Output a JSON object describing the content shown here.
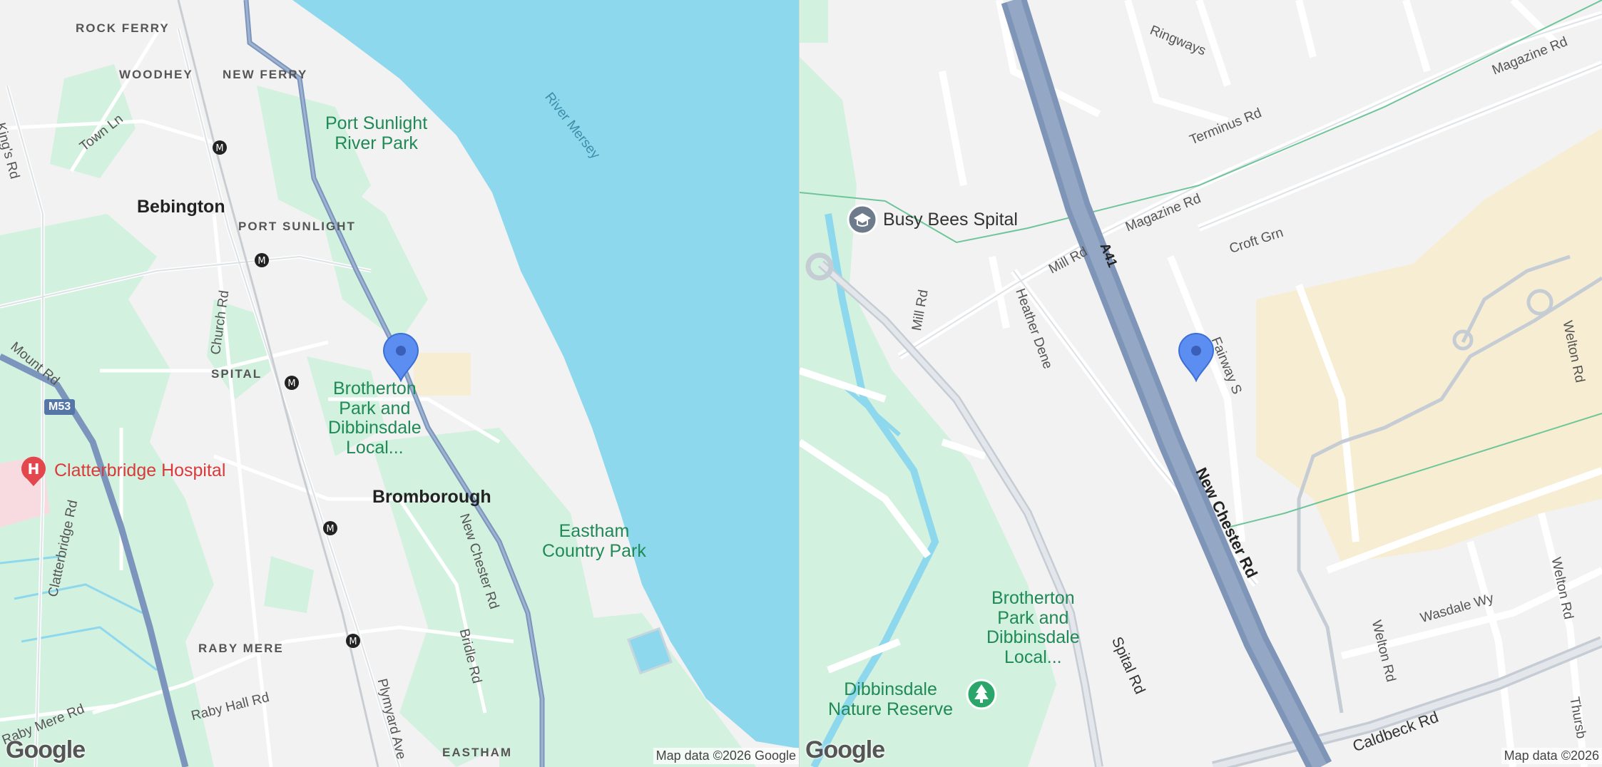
{
  "left_map": {
    "labels": {
      "rock_ferry": "ROCK FERRY",
      "woodhey": "WOODHEY",
      "new_ferry": "NEW FERRY",
      "kings_rd": "King's Rd",
      "town_ln": "Town Ln",
      "port_sunlight_river_park": "Port Sunlight\nRiver Park",
      "river_mersey": "River Mersey",
      "bebington": "Bebington",
      "port_sunlight": "PORT SUNLIGHT",
      "church_rd": "Church Rd",
      "mount_rd": "Mount Rd",
      "spital": "SPITAL",
      "brotherton_park": "Brotherton\nPark and\nDibbinsdale\nLocal...",
      "m53": "M53",
      "clatterbridge_hospital": "Clatterbridge Hospital",
      "clatterbridge_rd": "Clatterbridge Rd",
      "bromborough": "Bromborough",
      "new_chester_rd": "New Chester Rd",
      "eastham_country_park": "Eastham\nCountry Park",
      "raby_mere": "RABY MERE",
      "bridle_rd": "Bridle Rd",
      "plymyard_ave": "Plymyard Ave",
      "raby_hall_rd": "Raby Hall Rd",
      "raby_mere_rd": "Raby Mere Rd",
      "eastham": "EASTHAM"
    },
    "attribution": "Map data ©2026 Google",
    "logo": "Google",
    "colors": {
      "water": "#8ed8ee",
      "park": "#d3f1df",
      "motorway": "#7b95bd",
      "pin": "#5b8ef0"
    }
  },
  "right_map": {
    "labels": {
      "ringways": "Ringways",
      "magazine_rd_1": "Magazine Rd",
      "terminus_rd": "Terminus Rd",
      "busy_bees_spital": "Busy Bees Spital",
      "magazine_rd_2": "Magazine Rd",
      "croft_grn": "Croft Grn",
      "mill_rd_1": "Mill Rd",
      "a41": "A41",
      "mill_rd_2": "Mill Rd",
      "heather_dene": "Heather Dene",
      "fairway_s": "Fairway S",
      "welton_rd_1": "Welton Rd",
      "new_chester_rd": "New Chester Rd",
      "welton_rd_2": "Welton Rd",
      "wasdale_wy": "Wasdale Wy",
      "welton_rd_3": "Welton Rd",
      "brotherton_park": "Brotherton\nPark and\nDibbinsdale\nLocal...",
      "spital_rd": "Spital Rd",
      "dibbinsdale_nature_reserve": "Dibbinsdale\nNature Reserve",
      "caldbeck_rd": "Caldbeck Rd",
      "thursb": "Thursb"
    },
    "attribution": "Map data ©2026",
    "logo": "Google"
  }
}
